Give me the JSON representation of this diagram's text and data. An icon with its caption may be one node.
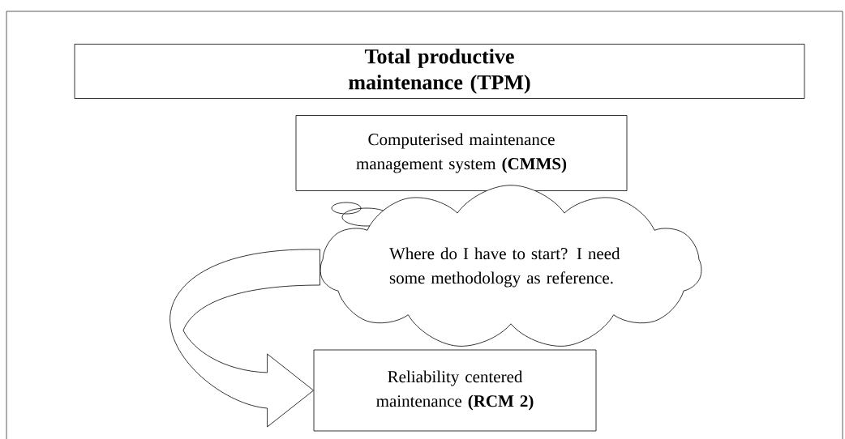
{
  "diagram": {
    "nodes": [
      {
        "text": [
          "Total productive maintenance (TPM)"
        ]
      },
      {
        "text": [
          "Computerised maintenance management system **(CMMS)**"
        ]
      },
      {
        "text": [
          "Where do I have to start? I need some methodology as reference."
        ]
      },
      {
        "text": [
          "Reliability centered maintenance **(RCM 2)**"
        ]
      }
    ],
    "edges": [
      {
        "from": 2,
        "to": 3,
        "arrow": "to",
        "style": "thick"
      }
    ]
  }
}
